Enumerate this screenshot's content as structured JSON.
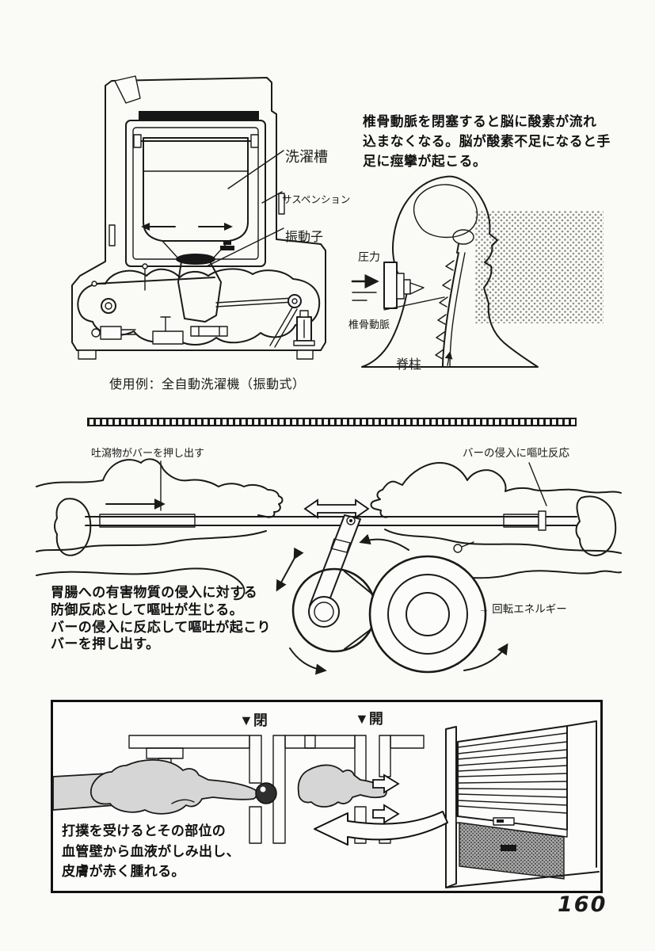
{
  "page": {
    "number": "160",
    "paper_color": "#fafaf7",
    "ink_color": "#1a1a1a",
    "tone_gray": "#8a8a8a",
    "skin_gray": "#d6d6d6"
  },
  "washing_machine": {
    "labels": {
      "tub": "洗濯槽",
      "suspension": "サスペンション",
      "vibrator": "振動子"
    },
    "caption": "使用例：全自動洗濯機（振動式）"
  },
  "head_section": {
    "text_lines": [
      "椎骨動脈を閉塞すると脳に酸素が流れ",
      "込まなくなる。脳が酸素不足になると手",
      "足に痙攣が起こる。"
    ],
    "labels": {
      "pressure": "圧力",
      "vertebral_artery": "椎骨動脈",
      "spine": "脊柱"
    }
  },
  "vomit_machine": {
    "label_left": "吐瀉物がバーを押し出す",
    "label_right": "バーの侵入に嘔吐反応",
    "label_energy": "→ 回転エネルギー",
    "text_lines": [
      "胃腸への有害物質の侵入に対する",
      "防御反応として嘔吐が生じる。",
      "バーの侵入に反応して嘔吐が起こり",
      "バーを押し出す。"
    ]
  },
  "bruise_panel": {
    "label_closed": "▼閉",
    "label_open": "▼開",
    "text_lines": [
      "打撲を受けるとその部位の",
      "血管壁から血液がしみ出し、",
      "皮膚が赤く腫れる。"
    ]
  }
}
